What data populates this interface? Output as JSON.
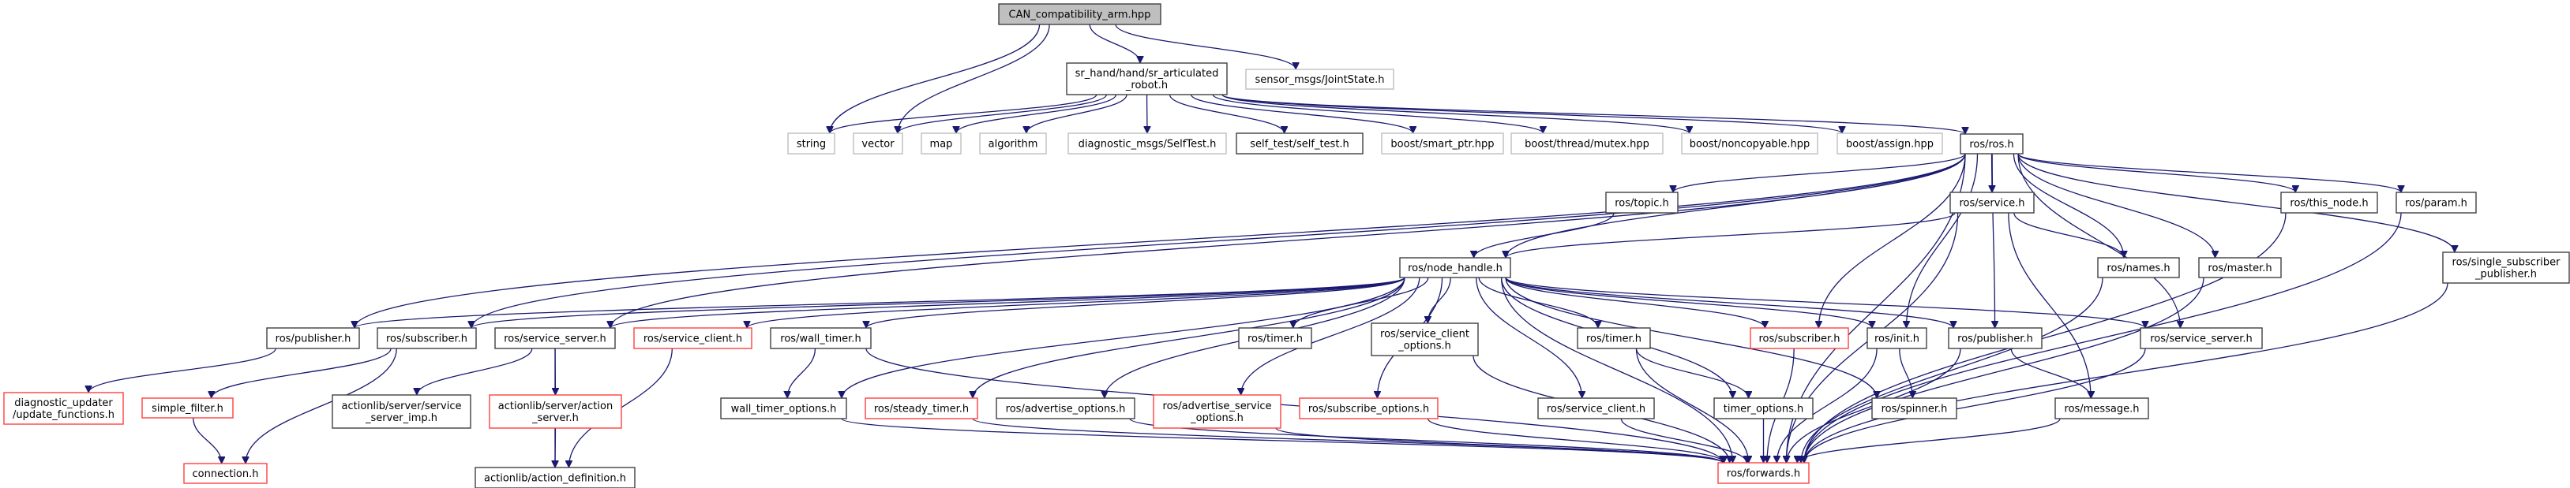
{
  "title": "Include dependency graph for CAN_compatibility_arm.hpp",
  "colors": {
    "edge": "#191970",
    "root_fill": "#bfbfbf",
    "root_border": "#404040",
    "documented_border": "#404040",
    "undocumented_border": "#bfbfbf",
    "truncated_border": "#ff4040",
    "node_fill": "#ffffff"
  },
  "nodes": [
    {
      "id": "root",
      "lines": [
        "CAN_compatibility_arm.hpp"
      ],
      "style": "root"
    },
    {
      "id": "sr_robot",
      "lines": [
        "sr_hand/hand/sr_articulated",
        "_robot.h"
      ],
      "style": "documented"
    },
    {
      "id": "jointstate",
      "lines": [
        "sensor_msgs/JointState.h"
      ],
      "style": "external"
    },
    {
      "id": "string",
      "lines": [
        "string"
      ],
      "style": "external"
    },
    {
      "id": "vector",
      "lines": [
        "vector"
      ],
      "style": "external"
    },
    {
      "id": "map",
      "lines": [
        "map"
      ],
      "style": "external"
    },
    {
      "id": "algorithm",
      "lines": [
        "algorithm"
      ],
      "style": "external"
    },
    {
      "id": "selftest_msg",
      "lines": [
        "diagnostic_msgs/SelfTest.h"
      ],
      "style": "external"
    },
    {
      "id": "self_test",
      "lines": [
        "self_test/self_test.h"
      ],
      "style": "documented"
    },
    {
      "id": "smart_ptr",
      "lines": [
        "boost/smart_ptr.hpp"
      ],
      "style": "external"
    },
    {
      "id": "mutex",
      "lines": [
        "boost/thread/mutex.hpp"
      ],
      "style": "external"
    },
    {
      "id": "noncopyable",
      "lines": [
        "boost/noncopyable.hpp"
      ],
      "style": "external"
    },
    {
      "id": "assign",
      "lines": [
        "boost/assign.hpp"
      ],
      "style": "external"
    },
    {
      "id": "ros",
      "lines": [
        "ros/ros.h"
      ],
      "style": "documented"
    },
    {
      "id": "topic",
      "lines": [
        "ros/topic.h"
      ],
      "style": "documented"
    },
    {
      "id": "service",
      "lines": [
        "ros/service.h"
      ],
      "style": "documented"
    },
    {
      "id": "this_node",
      "lines": [
        "ros/this_node.h"
      ],
      "style": "documented"
    },
    {
      "id": "param",
      "lines": [
        "ros/param.h"
      ],
      "style": "documented"
    },
    {
      "id": "node_handle",
      "lines": [
        "ros/node_handle.h"
      ],
      "style": "documented"
    },
    {
      "id": "names",
      "lines": [
        "ros/names.h"
      ],
      "style": "documented"
    },
    {
      "id": "master",
      "lines": [
        "ros/master.h"
      ],
      "style": "documented"
    },
    {
      "id": "single_sub_pub",
      "lines": [
        "ros/single_subscriber",
        "_publisher.h"
      ],
      "style": "documented"
    },
    {
      "id": "publisher1",
      "lines": [
        "ros/publisher.h"
      ],
      "style": "documented"
    },
    {
      "id": "subscriber1",
      "lines": [
        "ros/subscriber.h"
      ],
      "style": "documented"
    },
    {
      "id": "service_server1",
      "lines": [
        "ros/service_server.h"
      ],
      "style": "documented"
    },
    {
      "id": "service_client1",
      "lines": [
        "ros/service_client.h"
      ],
      "style": "truncated"
    },
    {
      "id": "wall_timer",
      "lines": [
        "ros/wall_timer.h"
      ],
      "style": "documented"
    },
    {
      "id": "timer1",
      "lines": [
        "ros/timer.h"
      ],
      "style": "documented"
    },
    {
      "id": "srv_client_opts",
      "lines": [
        "ros/service_client",
        "_options.h"
      ],
      "style": "documented"
    },
    {
      "id": "timer2",
      "lines": [
        "ros/timer.h"
      ],
      "style": "documented"
    },
    {
      "id": "subscriber2",
      "lines": [
        "ros/subscriber.h"
      ],
      "style": "truncated"
    },
    {
      "id": "init",
      "lines": [
        "ros/init.h"
      ],
      "style": "documented"
    },
    {
      "id": "publisher2",
      "lines": [
        "ros/publisher.h"
      ],
      "style": "documented"
    },
    {
      "id": "service_server2",
      "lines": [
        "ros/service_server.h"
      ],
      "style": "documented"
    },
    {
      "id": "diag_updater",
      "lines": [
        "diagnostic_updater",
        "/update_functions.h"
      ],
      "style": "truncated"
    },
    {
      "id": "simple_filter",
      "lines": [
        "simple_filter.h"
      ],
      "style": "truncated"
    },
    {
      "id": "connection",
      "lines": [
        "connection.h"
      ],
      "style": "truncated"
    },
    {
      "id": "srv_server_imp",
      "lines": [
        "actionlib/server/service",
        "_server_imp.h"
      ],
      "style": "documented"
    },
    {
      "id": "action_server",
      "lines": [
        "actionlib/server/action",
        "_server.h"
      ],
      "style": "truncated"
    },
    {
      "id": "action_def",
      "lines": [
        "actionlib/action_definition.h"
      ],
      "style": "documented"
    },
    {
      "id": "wall_timer_opts",
      "lines": [
        "wall_timer_options.h"
      ],
      "style": "documented"
    },
    {
      "id": "steady_timer",
      "lines": [
        "ros/steady_timer.h"
      ],
      "style": "truncated"
    },
    {
      "id": "advertise_opts",
      "lines": [
        "ros/advertise_options.h"
      ],
      "style": "documented"
    },
    {
      "id": "adv_srv_opts",
      "lines": [
        "ros/advertise_service",
        "_options.h"
      ],
      "style": "truncated"
    },
    {
      "id": "subscribe_opts",
      "lines": [
        "ros/subscribe_options.h"
      ],
      "style": "truncated"
    },
    {
      "id": "service_client2",
      "lines": [
        "ros/service_client.h"
      ],
      "style": "documented"
    },
    {
      "id": "timer_opts",
      "lines": [
        "timer_options.h"
      ],
      "style": "documented"
    },
    {
      "id": "spinner",
      "lines": [
        "ros/spinner.h"
      ],
      "style": "documented"
    },
    {
      "id": "message",
      "lines": [
        "ros/message.h"
      ],
      "style": "documented"
    },
    {
      "id": "forwards",
      "lines": [
        "ros/forwards.h"
      ],
      "style": "truncated"
    }
  ],
  "edges": [
    [
      "root",
      "sr_robot"
    ],
    [
      "root",
      "jointstate"
    ],
    [
      "root",
      "string"
    ],
    [
      "root",
      "vector"
    ],
    [
      "sr_robot",
      "string"
    ],
    [
      "sr_robot",
      "vector"
    ],
    [
      "sr_robot",
      "map"
    ],
    [
      "sr_robot",
      "algorithm"
    ],
    [
      "sr_robot",
      "selftest_msg"
    ],
    [
      "sr_robot",
      "self_test"
    ],
    [
      "sr_robot",
      "smart_ptr"
    ],
    [
      "sr_robot",
      "mutex"
    ],
    [
      "sr_robot",
      "noncopyable"
    ],
    [
      "sr_robot",
      "assign"
    ],
    [
      "sr_robot",
      "ros"
    ],
    [
      "ros",
      "topic"
    ],
    [
      "ros",
      "service"
    ],
    [
      "ros",
      "this_node"
    ],
    [
      "ros",
      "param"
    ],
    [
      "ros",
      "node_handle"
    ],
    [
      "ros",
      "names"
    ],
    [
      "ros",
      "master"
    ],
    [
      "ros",
      "single_sub_pub"
    ],
    [
      "ros",
      "publisher1"
    ],
    [
      "ros",
      "subscriber1"
    ],
    [
      "ros",
      "service_server1"
    ],
    [
      "ros",
      "subscriber2"
    ],
    [
      "ros",
      "init"
    ],
    [
      "ros",
      "publisher2"
    ],
    [
      "ros",
      "service_server2"
    ],
    [
      "ros",
      "forwards"
    ],
    [
      "topic",
      "node_handle"
    ],
    [
      "service",
      "node_handle"
    ],
    [
      "service",
      "names"
    ],
    [
      "service",
      "message"
    ],
    [
      "service",
      "forwards"
    ],
    [
      "node_handle",
      "publisher1"
    ],
    [
      "node_handle",
      "subscriber1"
    ],
    [
      "node_handle",
      "service_server1"
    ],
    [
      "node_handle",
      "service_client1"
    ],
    [
      "node_handle",
      "wall_timer"
    ],
    [
      "node_handle",
      "timer1"
    ],
    [
      "node_handle",
      "srv_client_opts"
    ],
    [
      "node_handle",
      "timer2"
    ],
    [
      "node_handle",
      "subscriber2"
    ],
    [
      "node_handle",
      "init"
    ],
    [
      "node_handle",
      "publisher2"
    ],
    [
      "node_handle",
      "service_server2"
    ],
    [
      "node_handle",
      "wall_timer_opts"
    ],
    [
      "node_handle",
      "steady_timer"
    ],
    [
      "node_handle",
      "advertise_opts"
    ],
    [
      "node_handle",
      "adv_srv_opts"
    ],
    [
      "node_handle",
      "subscribe_opts"
    ],
    [
      "node_handle",
      "service_client2"
    ],
    [
      "node_handle",
      "timer_opts"
    ],
    [
      "node_handle",
      "spinner"
    ],
    [
      "node_handle",
      "forwards"
    ],
    [
      "publisher1",
      "diag_updater"
    ],
    [
      "subscriber1",
      "simple_filter"
    ],
    [
      "subscriber1",
      "connection"
    ],
    [
      "simple_filter",
      "connection"
    ],
    [
      "service_server1",
      "srv_server_imp"
    ],
    [
      "service_server1",
      "action_server"
    ],
    [
      "service_server1",
      "action_def"
    ],
    [
      "action_server",
      "action_def"
    ],
    [
      "service_client1",
      "action_def"
    ],
    [
      "wall_timer",
      "wall_timer_opts"
    ],
    [
      "wall_timer",
      "forwards"
    ],
    [
      "wall_timer_opts",
      "forwards"
    ],
    [
      "steady_timer",
      "forwards"
    ],
    [
      "advertise_opts",
      "forwards"
    ],
    [
      "adv_srv_opts",
      "forwards"
    ],
    [
      "subscribe_opts",
      "forwards"
    ],
    [
      "srv_client_opts",
      "forwards"
    ],
    [
      "timer2",
      "timer_opts"
    ],
    [
      "timer2",
      "forwards"
    ],
    [
      "timer_opts",
      "forwards"
    ],
    [
      "service_client2",
      "forwards"
    ],
    [
      "subscriber2",
      "forwards"
    ],
    [
      "init",
      "spinner"
    ],
    [
      "init",
      "forwards"
    ],
    [
      "publisher2",
      "message"
    ],
    [
      "publisher2",
      "forwards"
    ],
    [
      "service_server2",
      "forwards"
    ],
    [
      "names",
      "forwards"
    ],
    [
      "master",
      "forwards"
    ],
    [
      "this_node",
      "forwards"
    ],
    [
      "param",
      "forwards"
    ],
    [
      "single_sub_pub",
      "forwards"
    ],
    [
      "message",
      "forwards"
    ]
  ]
}
